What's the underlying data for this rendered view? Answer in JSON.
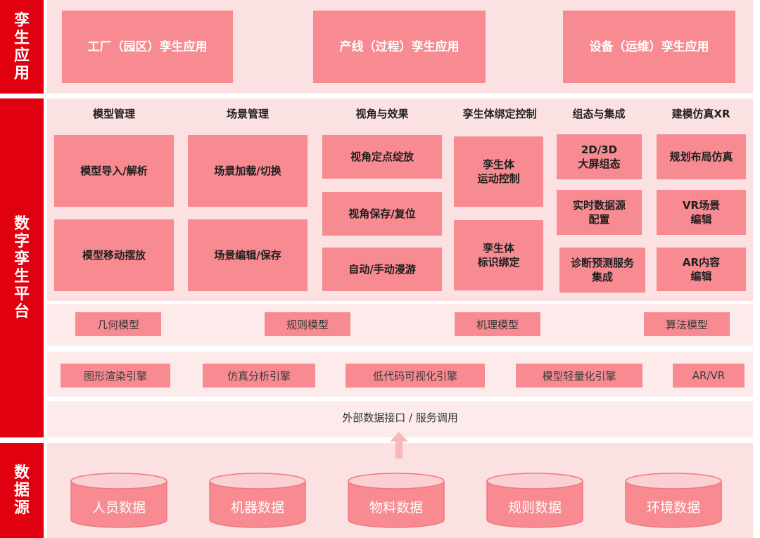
{
  "sections": {
    "app": "孪生应用",
    "platform": "数字孪生平台",
    "source": "数据源"
  },
  "apps": [
    "工厂（园区）孪生应用",
    "产线（过程）孪生应用",
    "设备（运维）孪生应用"
  ],
  "columns": {
    "model": {
      "title": "模型管理",
      "items": [
        "模型导入/解析",
        "模型移动摆放"
      ]
    },
    "scene": {
      "title": "场景管理",
      "items": [
        "场景加载/切换",
        "场景编辑/保存"
      ]
    },
    "view": {
      "title": "视角与效果",
      "items": [
        "视角定点绽放",
        "视角保存/复位",
        "自动/手动漫游"
      ]
    },
    "twin": {
      "title": "孪生体绑定控制",
      "items": [
        "孪生体\n运动控制",
        "孪生体\n标识绑定"
      ]
    },
    "integration": {
      "title": "组态与集成",
      "items": [
        "2D/3D\n大屏组态",
        "实时数据源\n配置",
        "诊断预测服务\n集成"
      ]
    },
    "xr": {
      "title": "建模仿真XR",
      "items": [
        "规划布局仿真",
        "VR场景\n编辑",
        "AR内容\n编辑"
      ]
    }
  },
  "models": [
    "几何模型",
    "规则模型",
    "机理模型",
    "算法模型"
  ],
  "engines": [
    "图形渲染引擎",
    "仿真分析引擎",
    "低代码可视化引擎",
    "模型轻量化引擎",
    "AR/VR"
  ],
  "interface": "外部数据接口 / 服务调用",
  "data_sources": [
    "人员数据",
    "机器数据",
    "物料数据",
    "规则数据",
    "环境数据"
  ],
  "colors": {
    "side": "#e0000f",
    "box": "#f78b91",
    "panel": "#fbe1e1",
    "band": "#fdeaea",
    "cylinder": "#f78b91",
    "cylinder_top": "#fbd0d3",
    "arrow": "#f9b7ba"
  }
}
